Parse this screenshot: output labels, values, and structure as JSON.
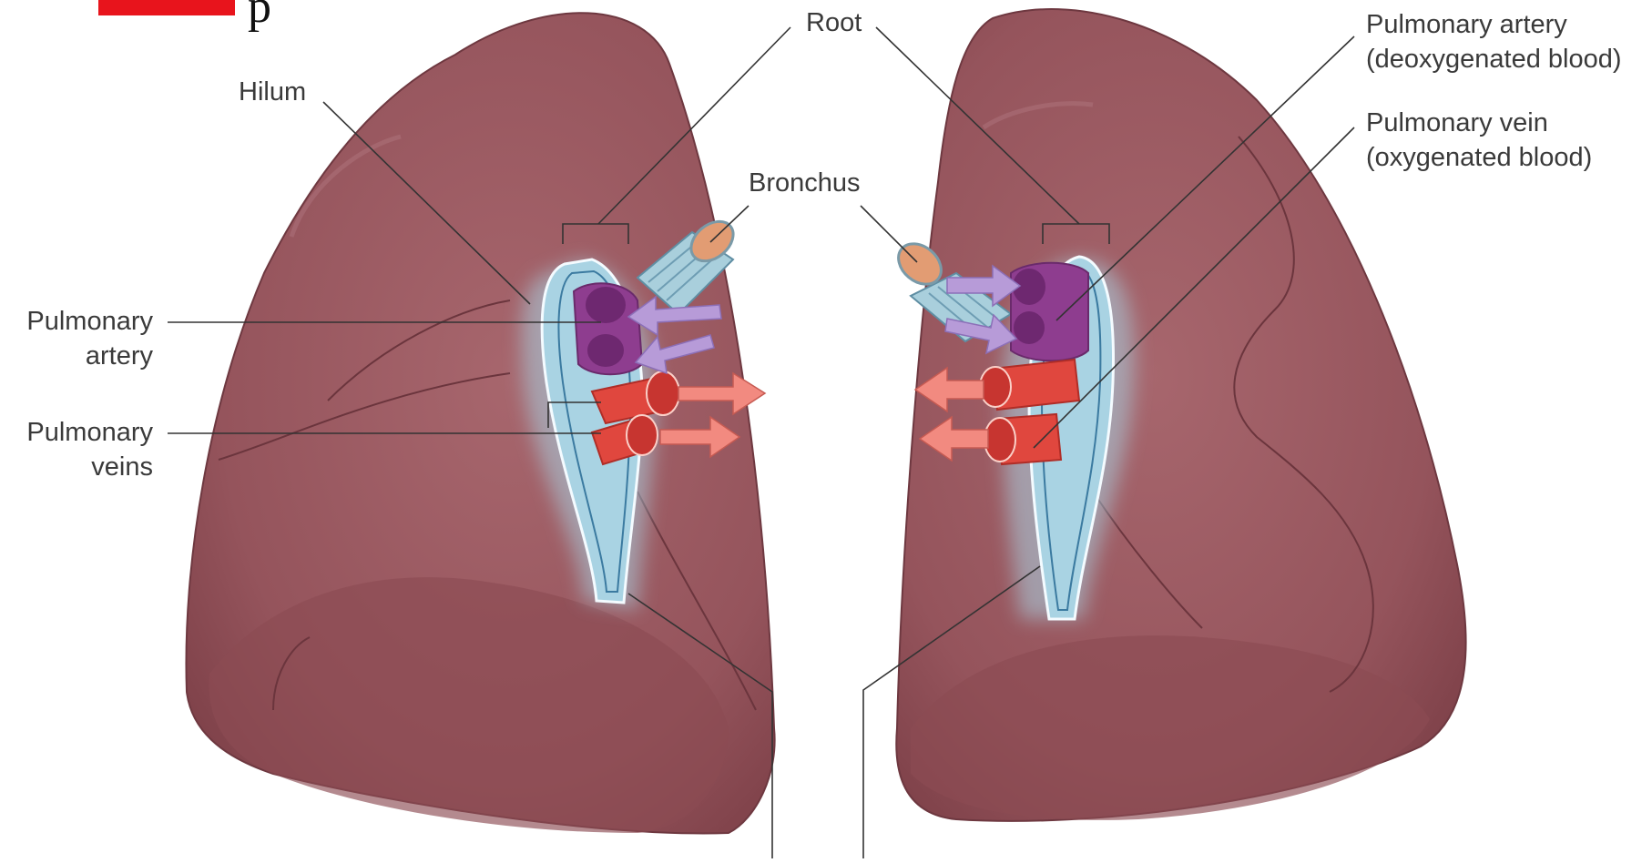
{
  "heading_fragment": "p",
  "colors": {
    "lung": "#9b5a61",
    "lung_dark": "#7a3f47",
    "pleura": "#a9d3e3",
    "artery": "#8e3d8f",
    "vein": "#e0473e",
    "bronchus": "#a9cfdc",
    "arrow_purple": "#b79bd8",
    "arrow_red": "#f28a80",
    "accent": "#e8141c",
    "leader": "#333333"
  },
  "labels": {
    "hilum": "Hilum",
    "root": "Root",
    "bronchus": "Bronchus",
    "pulmonary_artery_left": [
      "Pulmonary",
      "artery"
    ],
    "pulmonary_veins_left": [
      "Pulmonary",
      "veins"
    ],
    "pulmonary_artery_right": [
      "Pulmonary artery",
      "(deoxygenated blood)"
    ],
    "pulmonary_vein_right": [
      "Pulmonary vein",
      "(oxygenated blood)"
    ]
  }
}
